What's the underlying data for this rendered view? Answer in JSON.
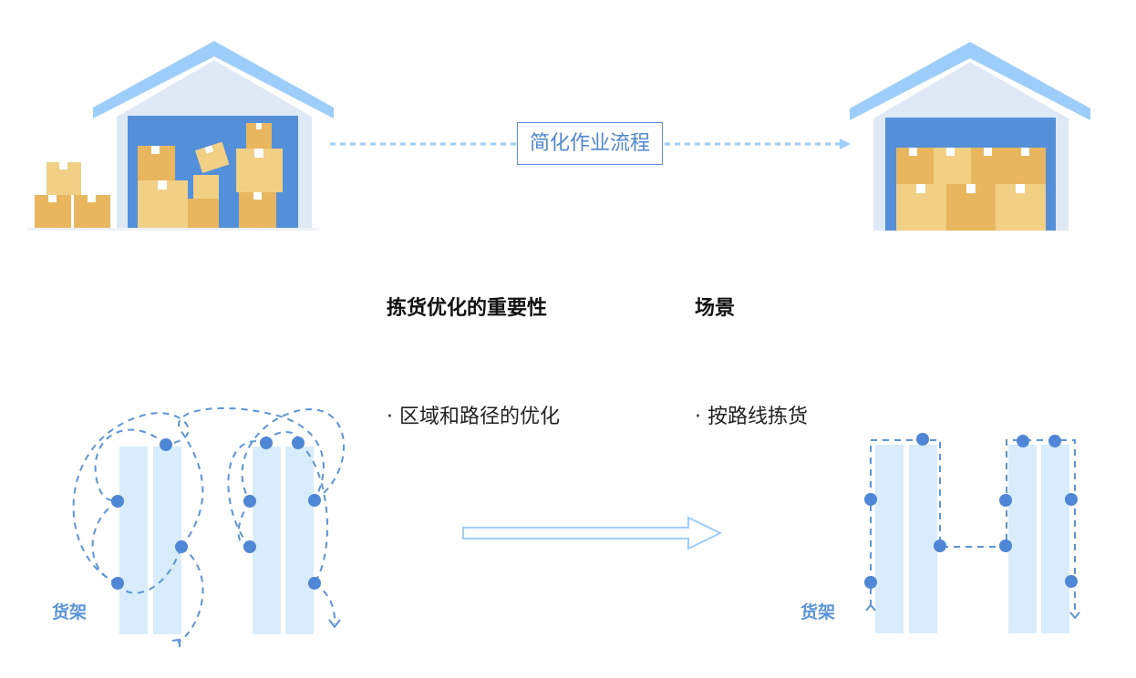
{
  "flow": {
    "label": "简化作业流程"
  },
  "columns": {
    "importance_title": "拣货优化的重要性",
    "scenario_title": "场景",
    "importance_item": "·  区域和路径的优化",
    "scenario_item": "·  按路线拣货"
  },
  "shelves": {
    "left_label": "货架",
    "right_label": "货架"
  },
  "colors": {
    "roof": "#9ccdfb",
    "wall": "#dfe9f5",
    "door": "#5490da",
    "box_dark": "#e8b65f",
    "box_light": "#f1cf85",
    "shelf": "#d8ecfb",
    "path": "#5b94d8",
    "dot": "#4f86d6"
  },
  "icons": [
    "warehouse-messy-icon",
    "warehouse-organized-icon",
    "arrow-right-icon"
  ]
}
